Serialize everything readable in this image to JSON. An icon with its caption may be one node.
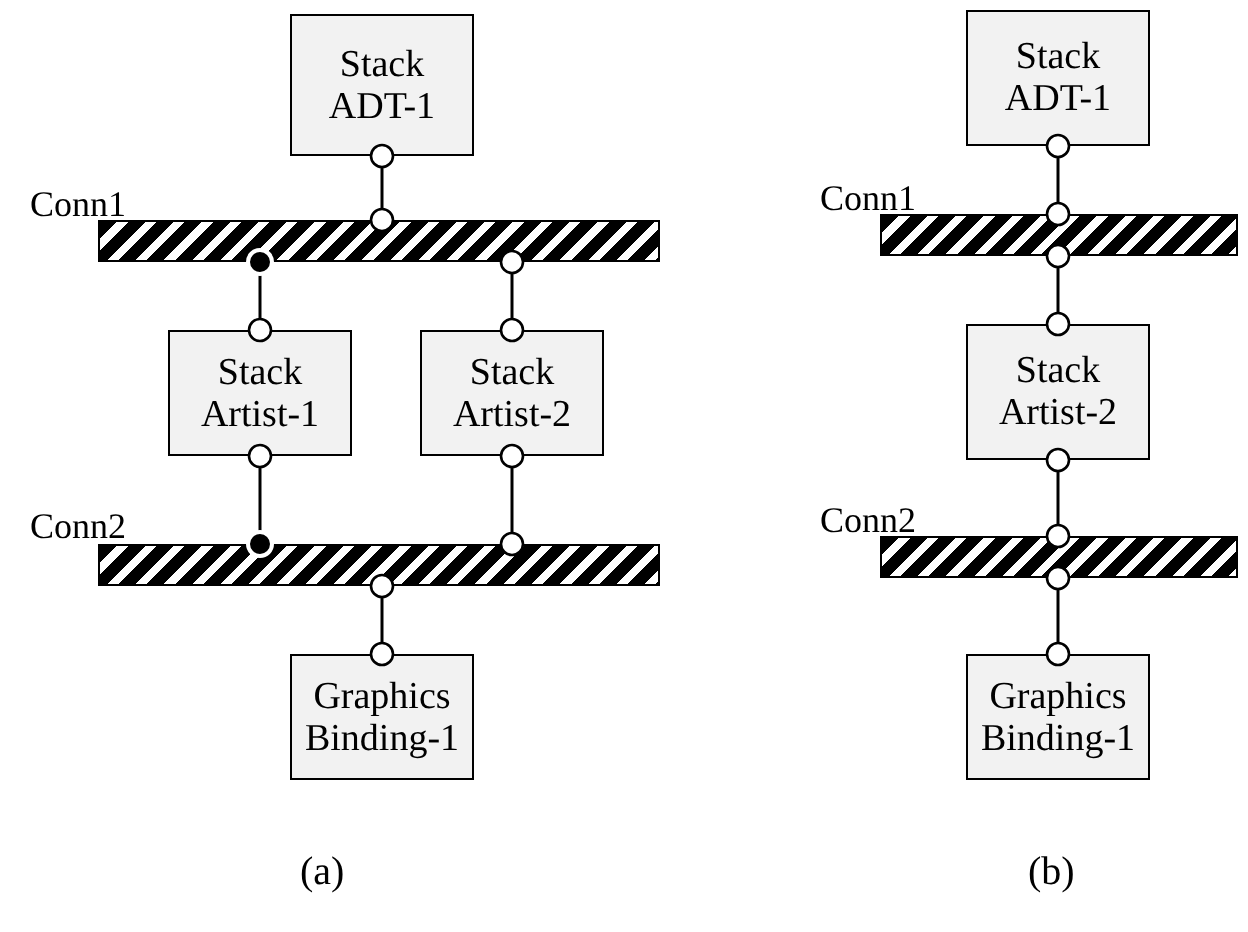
{
  "diagram": {
    "nodes": [
      {
        "text": [
          "Stack ADT-1"
        ]
      },
      {
        "text": [
          "Conn1"
        ]
      },
      {
        "text": [
          "Stack Artist-1"
        ]
      },
      {
        "text": [
          "Stack Artist-2"
        ]
      },
      {
        "text": [
          "Conn2"
        ]
      },
      {
        "text": [
          "Graphics Binding-1"
        ]
      },
      {
        "text": [
          "Stack ADT-1"
        ]
      },
      {
        "text": [
          "Conn1"
        ]
      },
      {
        "text": [
          "Stack Artist-2"
        ]
      },
      {
        "text": [
          "Conn2"
        ]
      },
      {
        "text": [
          "Graphics Binding-1"
        ]
      }
    ],
    "edges": [
      {
        "from": 0,
        "to": 1,
        "arrow": "other"
      },
      {
        "from": 1,
        "to": 2,
        "arrow": "other"
      },
      {
        "from": 1,
        "to": 3,
        "arrow": "other"
      },
      {
        "from": 2,
        "to": 4,
        "arrow": "other"
      },
      {
        "from": 3,
        "to": 4,
        "arrow": "other"
      },
      {
        "from": 4,
        "to": 5,
        "arrow": "other"
      },
      {
        "from": 6,
        "to": 7,
        "arrow": "other"
      },
      {
        "from": 7,
        "to": 8,
        "arrow": "other"
      },
      {
        "from": 8,
        "to": 9,
        "arrow": "other"
      },
      {
        "from": 9,
        "to": 10,
        "arrow": "other"
      }
    ],
    "labels": [
      "(a)",
      "(b)"
    ]
  }
}
